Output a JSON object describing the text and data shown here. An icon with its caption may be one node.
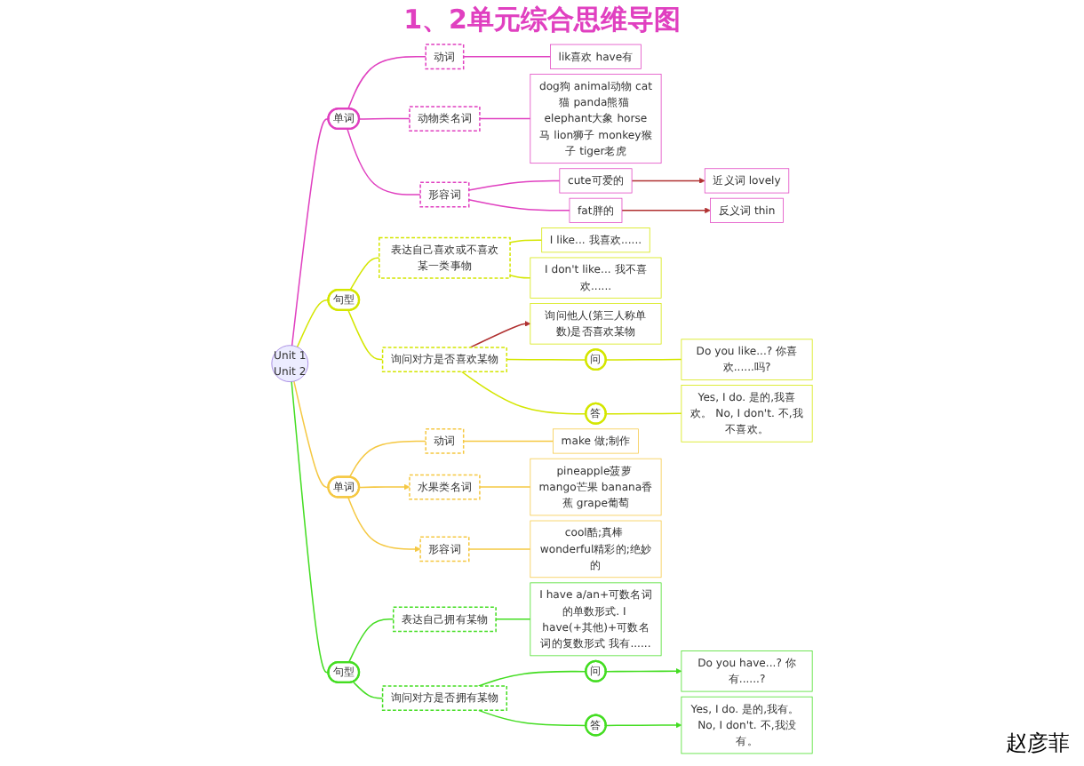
{
  "diagram": {
    "title": "1、2单元综合思维导图",
    "nodes": [
      {
        "text": [
          "Unit 1",
          "Unit 2"
        ]
      },
      {
        "text": [
          "单词"
        ]
      },
      {
        "text": [
          "动词"
        ]
      },
      {
        "text": [
          "lik喜欢 have有"
        ]
      },
      {
        "text": [
          "动物类名词"
        ]
      },
      {
        "text": [
          "dog狗 animal动物 cat猫 panda熊猫 elephant大象 horse马 lion狮子 monkey猴子 tiger老虎"
        ]
      },
      {
        "text": [
          "形容词"
        ]
      },
      {
        "text": [
          "cute可爱的"
        ]
      },
      {
        "text": [
          "fat胖的"
        ]
      },
      {
        "text": [
          "近义词 lovely"
        ]
      },
      {
        "text": [
          "反义词 thin"
        ]
      },
      {
        "text": [
          "句型"
        ]
      },
      {
        "text": [
          "表达自己喜欢或不喜欢某一类事物"
        ]
      },
      {
        "text": [
          "I like... 我喜欢......"
        ]
      },
      {
        "text": [
          "I don't like... 我不喜欢......"
        ]
      },
      {
        "text": [
          "询问对方是否喜欢某物"
        ]
      },
      {
        "text": [
          "询问他人(第三人称单数)是否喜欢某物"
        ]
      },
      {
        "text": [
          "问"
        ]
      },
      {
        "text": [
          "Do you like...? 你喜欢......吗?"
        ]
      },
      {
        "text": [
          "答"
        ]
      },
      {
        "text": [
          "Yes, I do. 是的,我喜欢。 No, I don't. 不,我不喜欢。"
        ]
      },
      {
        "text": [
          "单词"
        ]
      },
      {
        "text": [
          "动词"
        ]
      },
      {
        "text": [
          "make 做;制作"
        ]
      },
      {
        "text": [
          "水果类名词"
        ]
      },
      {
        "text": [
          "pineapple菠萝 mango芒果 banana香蕉 grape葡萄"
        ]
      },
      {
        "text": [
          "形容词"
        ]
      },
      {
        "text": [
          "cool酷;真棒 wonderful精彩的;绝妙的"
        ]
      },
      {
        "text": [
          "句型"
        ]
      },
      {
        "text": [
          "表达自己拥有某物"
        ]
      },
      {
        "text": [
          "I have a/an+可数名词的单数形式. I have(+其他)+可数名词的复数形式 我有......"
        ]
      },
      {
        "text": [
          "询问对方是否拥有某物"
        ]
      },
      {
        "text": [
          "问"
        ]
      },
      {
        "text": [
          "Do you have...? 你有......?"
        ]
      },
      {
        "text": [
          "答"
        ]
      },
      {
        "text": [
          "Yes, I do. 是的,我有。 No, I don't. 不,我没有。"
        ]
      }
    ],
    "edges": [
      {
        "from": 0,
        "to": 1,
        "arrow": "none",
        "color": "#e040c0"
      },
      {
        "from": 1,
        "to": 2,
        "arrow": "none",
        "color": "#e040c0"
      },
      {
        "from": 2,
        "to": 3,
        "arrow": "none",
        "color": "#e040c0"
      },
      {
        "from": 1,
        "to": 4,
        "arrow": "none",
        "color": "#e040c0"
      },
      {
        "from": 4,
        "to": 5,
        "arrow": "none",
        "color": "#e040c0"
      },
      {
        "from": 1,
        "to": 6,
        "arrow": "none",
        "color": "#e040c0"
      },
      {
        "from": 6,
        "to": 7,
        "arrow": "none",
        "color": "#e040c0"
      },
      {
        "from": 6,
        "to": 8,
        "arrow": "none",
        "color": "#e040c0"
      },
      {
        "from": 7,
        "to": 9,
        "arrow": "to",
        "color": "#b03030"
      },
      {
        "from": 8,
        "to": 10,
        "arrow": "to",
        "color": "#b03030"
      },
      {
        "from": 0,
        "to": 11,
        "arrow": "none",
        "color": "#d4e600"
      },
      {
        "from": 11,
        "to": 12,
        "arrow": "none",
        "color": "#d4e600"
      },
      {
        "from": 12,
        "to": 13,
        "arrow": "none",
        "color": "#d4e600"
      },
      {
        "from": 12,
        "to": 14,
        "arrow": "none",
        "color": "#d4e600"
      },
      {
        "from": 11,
        "to": 15,
        "arrow": "none",
        "color": "#d4e600"
      },
      {
        "from": 15,
        "to": 16,
        "arrow": "to",
        "color": "#b03030"
      },
      {
        "from": 15,
        "to": 17,
        "arrow": "none",
        "color": "#d4e600"
      },
      {
        "from": 17,
        "to": 18,
        "arrow": "none",
        "color": "#d4e600"
      },
      {
        "from": 15,
        "to": 19,
        "arrow": "none",
        "color": "#d4e600"
      },
      {
        "from": 19,
        "to": 20,
        "arrow": "none",
        "color": "#d4e600"
      },
      {
        "from": 0,
        "to": 21,
        "arrow": "none",
        "color": "#f5c842"
      },
      {
        "from": 21,
        "to": 22,
        "arrow": "none",
        "color": "#f5c842"
      },
      {
        "from": 22,
        "to": 23,
        "arrow": "none",
        "color": "#f5c842"
      },
      {
        "from": 21,
        "to": 24,
        "arrow": "to",
        "color": "#f5c842"
      },
      {
        "from": 24,
        "to": 25,
        "arrow": "none",
        "color": "#f5c842"
      },
      {
        "from": 21,
        "to": 26,
        "arrow": "to",
        "color": "#f5c842"
      },
      {
        "from": 26,
        "to": 27,
        "arrow": "none",
        "color": "#f5c842"
      },
      {
        "from": 0,
        "to": 28,
        "arrow": "none",
        "color": "#44dd22"
      },
      {
        "from": 28,
        "to": 29,
        "arrow": "none",
        "color": "#44dd22"
      },
      {
        "from": 29,
        "to": 30,
        "arrow": "none",
        "color": "#44dd22"
      },
      {
        "from": 28,
        "to": 31,
        "arrow": "none",
        "color": "#44dd22"
      },
      {
        "from": 31,
        "to": 32,
        "arrow": "none",
        "color": "#44dd22"
      },
      {
        "from": 32,
        "to": 33,
        "arrow": "to",
        "color": "#44dd22"
      },
      {
        "from": 31,
        "to": 34,
        "arrow": "none",
        "color": "#44dd22"
      },
      {
        "from": 34,
        "to": 35,
        "arrow": "to",
        "color": "#44dd22"
      }
    ],
    "labels": [
      "赵彦菲"
    ]
  }
}
